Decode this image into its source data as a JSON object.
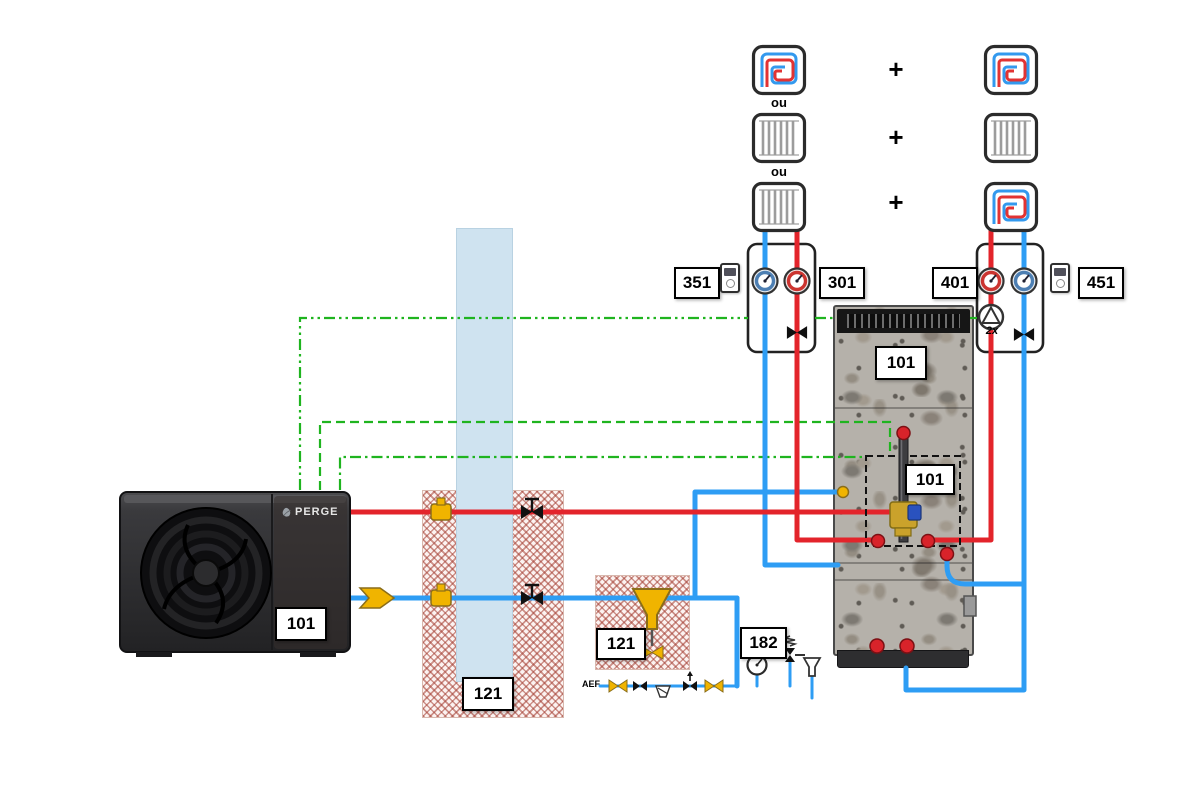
{
  "colors": {
    "hot_pipe": "#e3242b",
    "cold_pipe": "#2e9df4",
    "control_line": "#1fb41f",
    "fitting_brass": "#f0b400"
  },
  "heat_pump": {
    "brand": "PERGE",
    "label": "101"
  },
  "buffer_tank": {
    "label": "101",
    "mixing_valve_label": "101"
  },
  "wall_section": {
    "label": "121"
  },
  "filter_unit": {
    "label": "121"
  },
  "safety_group": {
    "label": "182",
    "cold_feed_label": "AEF"
  },
  "circuit_modules": {
    "left": {
      "outer_label": "351",
      "inner_label": "301"
    },
    "right": {
      "inner_label": "401",
      "outer_label": "451",
      "pump_note": "2x"
    }
  },
  "emitter_columns": {
    "separator1": "ou",
    "separator2": "ou",
    "plus1": "+",
    "plus2": "+",
    "plus3": "+"
  }
}
